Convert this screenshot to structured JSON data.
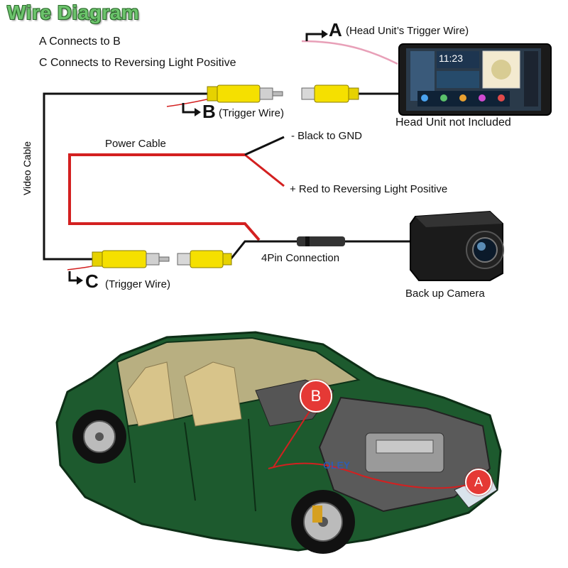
{
  "title": "Wire Diagram",
  "instructions": [
    "A Connects to B",
    "C Connects to Reversing Light Positive"
  ],
  "labels": {
    "a_letter": "A",
    "a_text": "(Head Unit’s Trigger Wire)",
    "b_letter": "B",
    "b_text": "(Trigger Wire)",
    "c_letter": "C",
    "c_text": "(Trigger Wire)",
    "head_unit": "Head Unit not Included",
    "power_cable": "Power Cable",
    "black_gnd": "- Black to GND",
    "red_positive": "+ Red to Reversing Light Positive",
    "video_cable": "Video Cable",
    "four_pin": "4Pin Connection",
    "backup_camera": "Back up Camera"
  },
  "screen_clock": "11:23",
  "car_badges": {
    "b": "B",
    "a": "A"
  },
  "watermark": "OLEY",
  "colors": {
    "title": "#6cc36c",
    "rca_yellow": "#f5e000",
    "wire_red": "#d32020",
    "wire_black": "#111111",
    "trigger_pink": "#e8a0b8",
    "badge_red": "#e53935",
    "car_green": "#1d5a2e"
  }
}
